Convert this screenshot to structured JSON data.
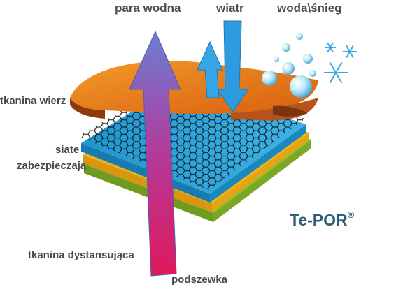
{
  "labels": {
    "vapor": "para wodna",
    "wind": "wiatr",
    "water_snow": "woda\\śnieg",
    "outer_fabric": "tkanina wierz",
    "mesh_line1": "siate",
    "mesh_line2": "zabezpieczają",
    "spacer_fabric": "tkanina dystansująca",
    "lining": "podszewka"
  },
  "brand": {
    "name": "Te-POR",
    "mark": "®"
  },
  "colors": {
    "outer_layer": "#e8751c",
    "mesh_layer": "#1f95cf",
    "spacer_layer": "#f1b31c",
    "lining_layer": "#8cbf2e",
    "vapor_arrow_top": "#6a7fd6",
    "vapor_arrow_bottom": "#e0195a",
    "wind_arrow": "#2e9be0",
    "water_drops": "#7fcde8",
    "snowflakes": "#3aa9e3",
    "brand": "#2f5d7a"
  },
  "icons": [
    "vapor-up-arrow-icon",
    "wind-down-arrow-icon",
    "water-drop-icon",
    "snowflake-icon"
  ]
}
